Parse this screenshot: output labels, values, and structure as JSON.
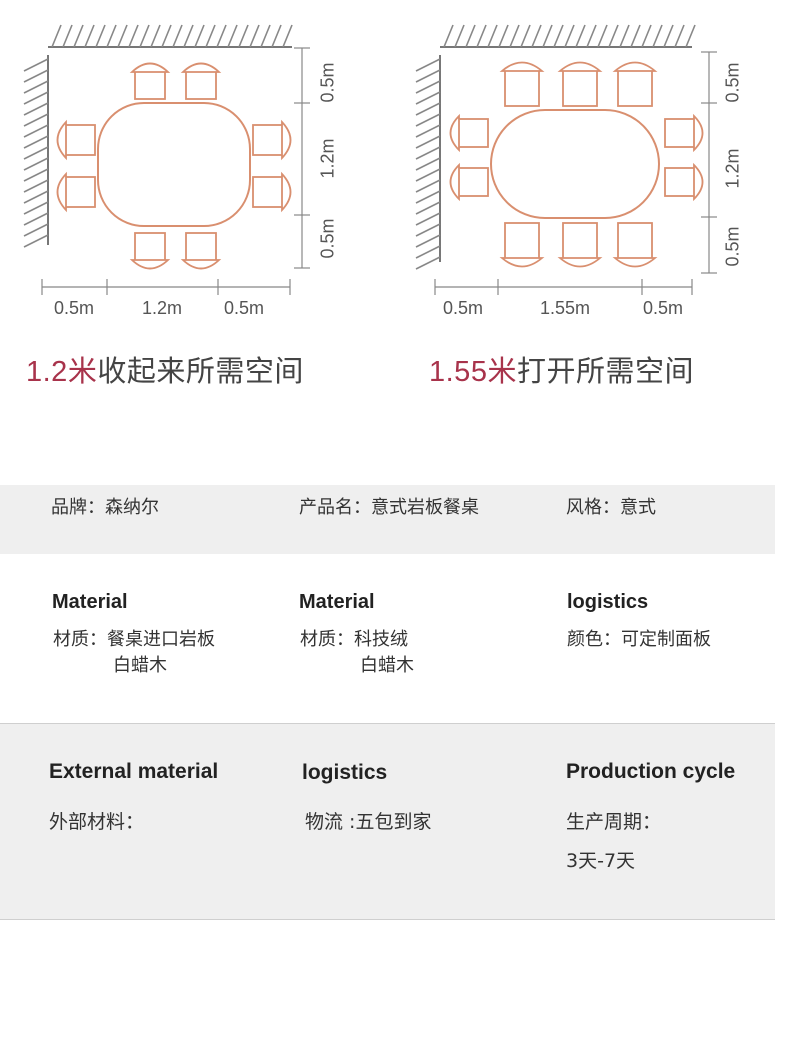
{
  "diagram_left": {
    "dims_top_to_bottom": [
      "0.5m",
      "1.2m",
      "0.5m"
    ],
    "dims_left_to_right": [
      "0.5m",
      "1.2m",
      "0.5m"
    ],
    "caption_accent": "1.2米",
    "caption_rest": "收起来所需空间"
  },
  "diagram_right": {
    "dims_top_to_bottom": [
      "0.5m",
      "1.2m",
      "0.5m"
    ],
    "dims_left_to_right": [
      "0.5m",
      "1.55m",
      "0.5m"
    ],
    "caption_accent": "1.55米",
    "caption_rest": "打开所需空间"
  },
  "colors": {
    "accent": "#a8334b",
    "furniture_stroke": "#d98f6f",
    "band_gray": "#efefef"
  },
  "row1": {
    "brand": "品牌：森纳尔",
    "product_name": "产品名：意式岩板餐桌",
    "style": "风格：意式"
  },
  "row2": {
    "col1": {
      "heading": "Material",
      "line1": "材质：餐桌进口岩板",
      "line2": "白蜡木"
    },
    "col2": {
      "heading": "Material",
      "line1": "材质：科技绒",
      "line2": "白蜡木"
    },
    "col3": {
      "heading": "logistics",
      "line1": "颜色：可定制面板"
    }
  },
  "row3": {
    "col1": {
      "heading": "External material",
      "line1": "外部材料："
    },
    "col2": {
      "heading": "logistics",
      "line1": "物流 :五包到家"
    },
    "col3": {
      "heading": "Production cycle",
      "line1": "生产周期：",
      "line2": "3天-7天"
    }
  }
}
